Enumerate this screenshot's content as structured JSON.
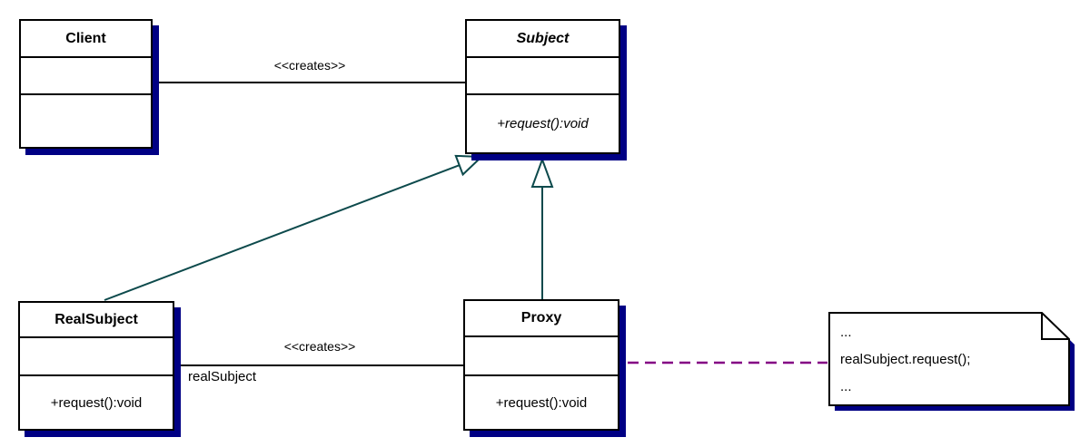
{
  "diagram_type": "uml-class-diagram",
  "colors": {
    "background": "#ffffff",
    "box-border": "#000000",
    "box-fill": "#ffffff",
    "shadow": "#000084",
    "generalization": "#0d4a4c",
    "association": "#000000",
    "note-link": "#840084",
    "text": "#000000"
  },
  "classes": [
    {
      "name": "Client",
      "abstract": false,
      "attributes": [],
      "methods": []
    },
    {
      "name": "Subject",
      "abstract": true,
      "attributes": [],
      "methods": [
        "+request():void"
      ]
    },
    {
      "name": "RealSubject",
      "abstract": false,
      "attributes": [],
      "methods": [
        "+request():void"
      ]
    },
    {
      "name": "Proxy",
      "abstract": false,
      "attributes": [],
      "methods": [
        "+request():void"
      ]
    }
  ],
  "edges": {
    "client_creates_subject": {
      "type": "association",
      "stereotype": "<<creates>>"
    },
    "realsubject_creates_proxy": {
      "type": "association",
      "stereotype": "<<creates>>",
      "role_label": "realSubject"
    },
    "realsubject_generalization_subject": {
      "type": "generalization"
    },
    "proxy_generalization_subject": {
      "type": "generalization"
    },
    "proxy_note_anchor": {
      "type": "note-anchor"
    }
  },
  "note": {
    "lines": [
      "...",
      "realSubject.request();",
      "..."
    ]
  }
}
